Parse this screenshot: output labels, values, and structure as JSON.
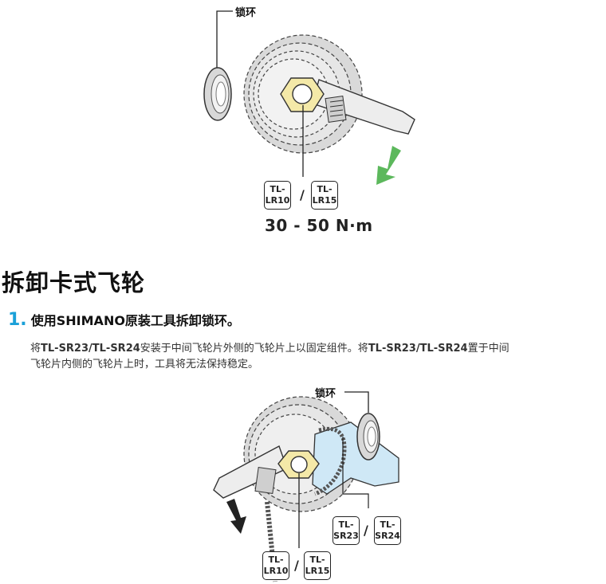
{
  "top_figure": {
    "lockring_label": "锁环",
    "tool_left": {
      "line1": "TL-",
      "line2": "LR10"
    },
    "tool_right": {
      "line1": "TL-",
      "line2": "LR15"
    },
    "separator": "/",
    "torque": "30 - 50 N·m",
    "arrow_color": "#5cb85c"
  },
  "section": {
    "title": "拆卸卡式飞轮"
  },
  "step": {
    "number": "1.",
    "text": "使用SHIMANO原装工具拆卸锁环。",
    "number_color": "#1aa0d8"
  },
  "paragraph": {
    "seg1": "将",
    "tool_a": "TL-SR23/TL-SR24",
    "seg2": "安装于中间飞轮片外侧的飞轮片上以固定组件。将",
    "tool_b": "TL-SR23/TL-SR24",
    "seg3": "置于中间",
    "seg4": "飞轮片内侧的飞轮片上时，工具将无法保持稳定。"
  },
  "bottom_figure": {
    "lockring_label": "锁环",
    "tool_sr_left": {
      "line1": "TL-",
      "line2": "SR23"
    },
    "tool_sr_right": {
      "line1": "TL-",
      "line2": "SR24"
    },
    "tool_lr_left": {
      "line1": "TL-",
      "line2": "LR10"
    },
    "tool_lr_right": {
      "line1": "TL-",
      "line2": "LR15"
    },
    "separator": "/",
    "tool_color": "#cfe8f6"
  }
}
